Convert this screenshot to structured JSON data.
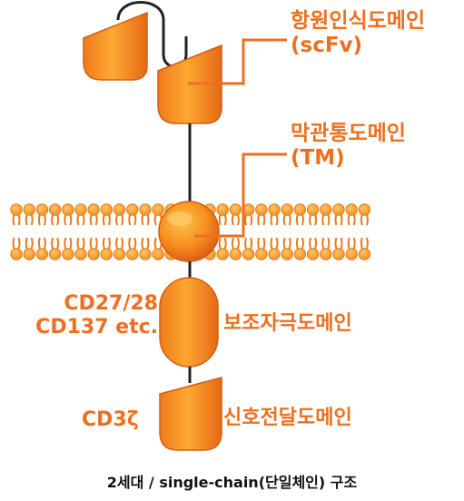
{
  "labels": {
    "antigen_domain": "항원인식도메인",
    "antigen_abbr": "(scFv)",
    "tm_domain": "막관통도메인",
    "tm_abbr": "(TM)",
    "costim_left_1": "CD27/28",
    "costim_left_2": "CD137 etc.",
    "costim_domain": "보조자극도메인",
    "cd3_label": "CD3ζ",
    "signal_domain": "신호전달도메인"
  },
  "caption": "2세대 / single-chain(단일체인) 구조",
  "colors": {
    "accent": "#ee6f1f",
    "orange_fill": "#f7941d",
    "orange_dark": "#e0651a",
    "orange_light": "#ffc56a",
    "stem": "#222222",
    "caption_text": "#111111"
  }
}
